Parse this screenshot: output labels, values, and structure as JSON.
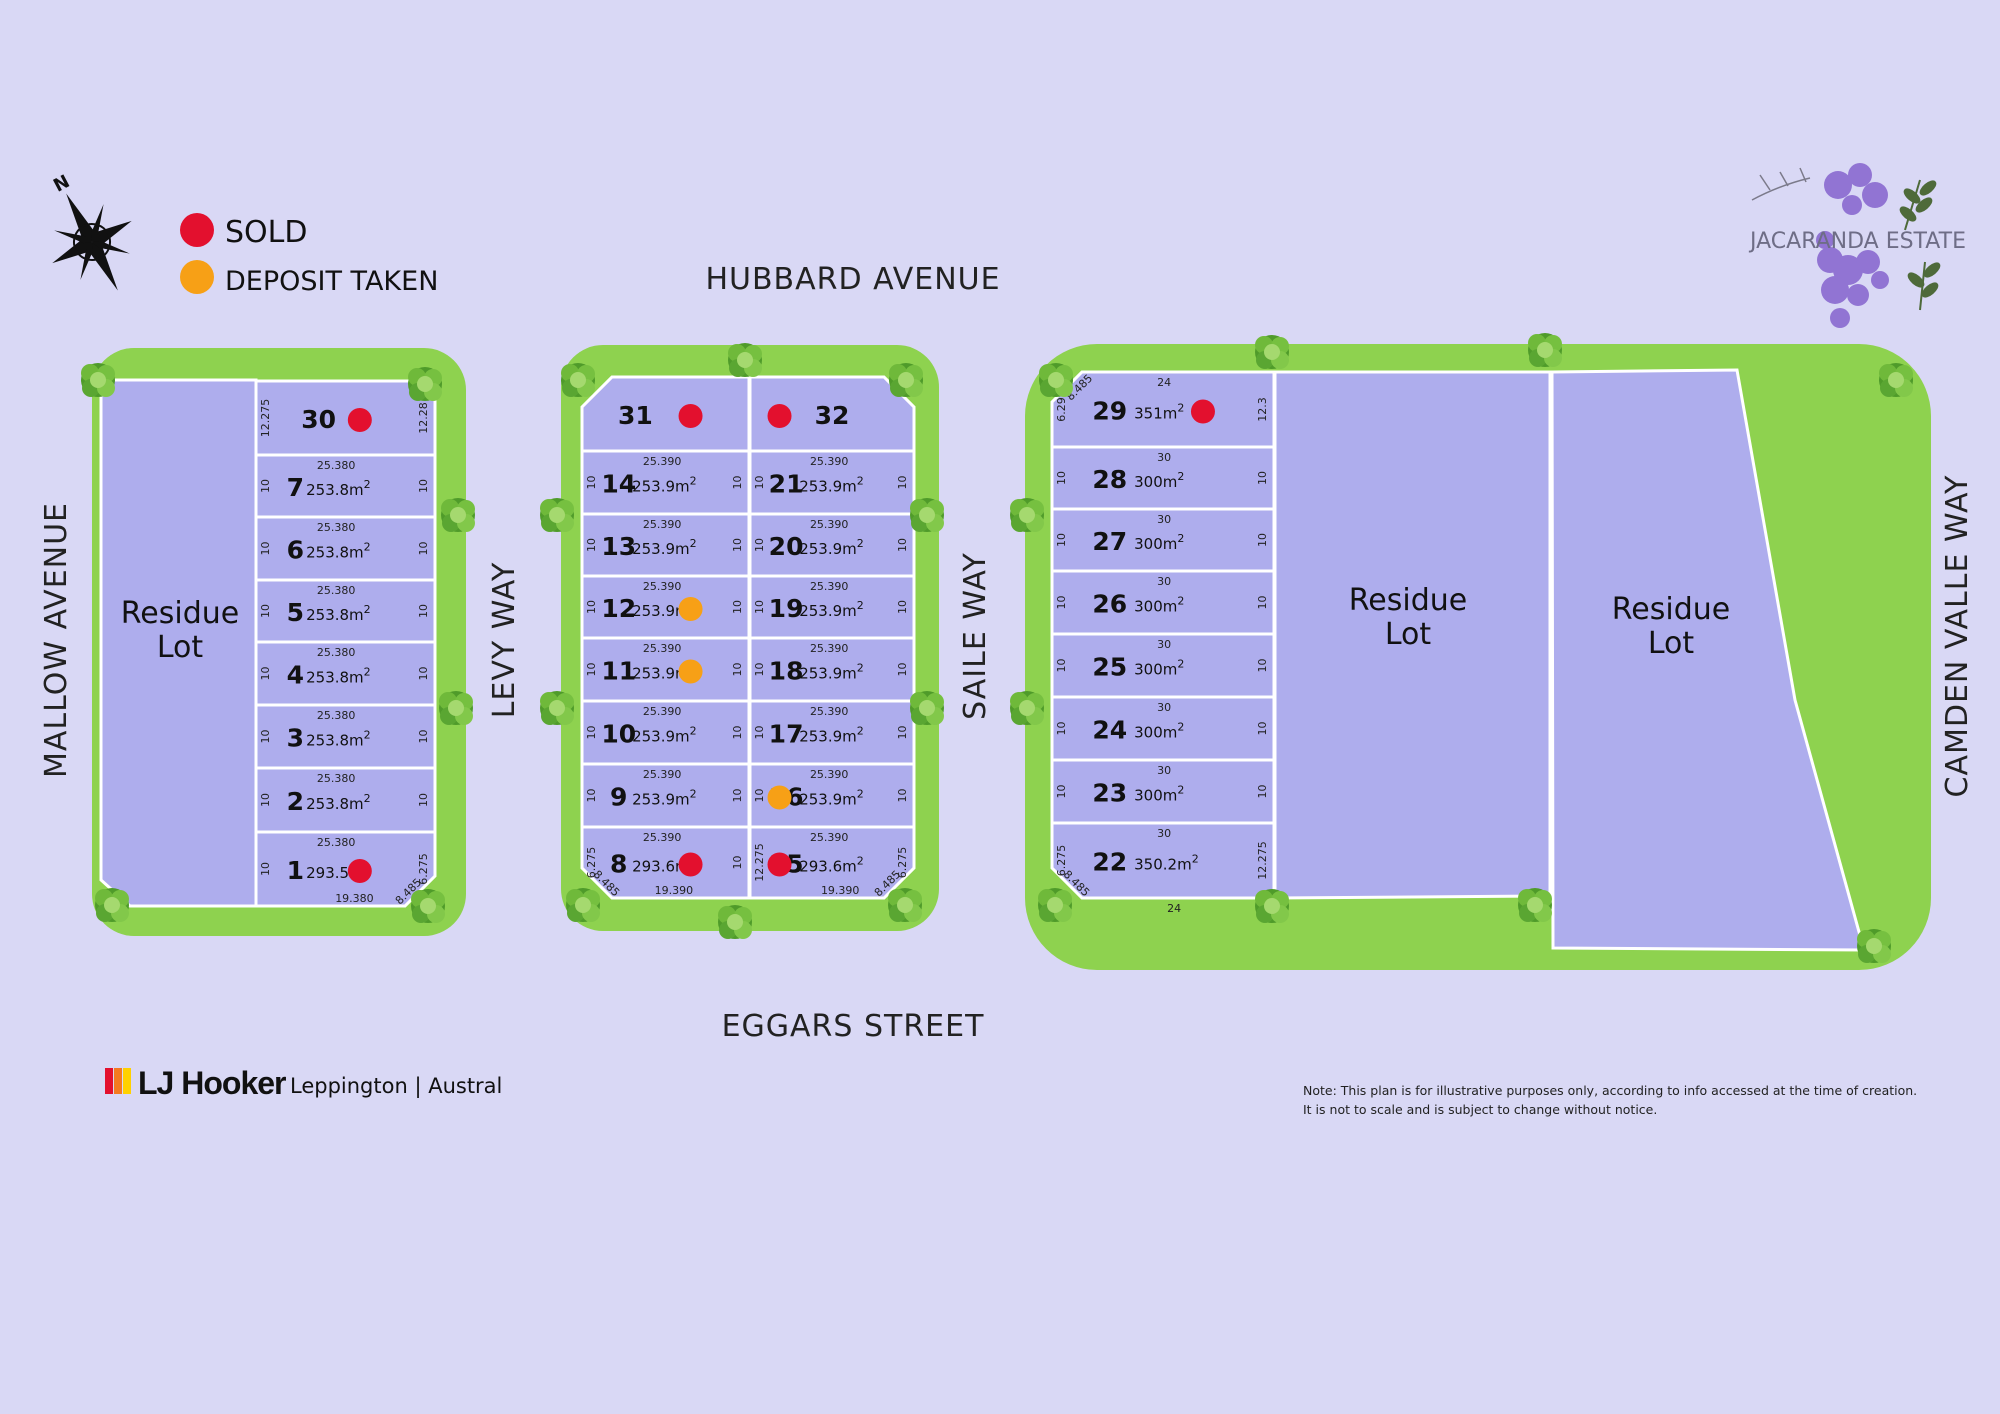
{
  "legend": {
    "sold_label": "SOLD",
    "deposit_label": "DEPOSIT TAKEN",
    "sold_color": "#e3102e",
    "deposit_color": "#f7a016",
    "compass_letter": "N",
    "compass_icon": "compass-rose-icon"
  },
  "streets": {
    "top": "HUBBARD AVENUE",
    "bottom": "EGGARS STREET",
    "left": "MALLOW AVENUE",
    "mid_left": "LEVY WAY",
    "mid_right": "SAILE WAY",
    "right": "CAMDEN VALLE WAY"
  },
  "brand": {
    "estate_name": "JACARANDA ESTATE",
    "agency": "LJ Hooker",
    "office": "Leppington | Austral"
  },
  "note": {
    "line1": "Note: This plan is for illustrative purposes only, according to info accessed at the time of creation.",
    "line2": "It is not to scale and is subject to change without notice."
  },
  "residue_label": [
    "Residue",
    "Lot"
  ],
  "blocks": {
    "west": {
      "lots": [
        {
          "number": "30",
          "area": "",
          "status": "sold",
          "top_dim": "",
          "left_dim": "12.275",
          "right_dim": "12.28"
        },
        {
          "number": "7",
          "area": "253.8m",
          "status": "",
          "top_dim": "25.380",
          "left_dim": "10",
          "right_dim": "10"
        },
        {
          "number": "6",
          "area": "253.8m",
          "status": "",
          "top_dim": "25.380",
          "left_dim": "10",
          "right_dim": "10"
        },
        {
          "number": "5",
          "area": "253.8m",
          "status": "",
          "top_dim": "25.380",
          "left_dim": "10",
          "right_dim": "10"
        },
        {
          "number": "4",
          "area": "253.8m",
          "status": "",
          "top_dim": "25.380",
          "left_dim": "10",
          "right_dim": "10"
        },
        {
          "number": "3",
          "area": "253.8m",
          "status": "",
          "top_dim": "25.380",
          "left_dim": "10",
          "right_dim": "10"
        },
        {
          "number": "2",
          "area": "253.8m",
          "status": "",
          "top_dim": "25.380",
          "left_dim": "10",
          "right_dim": "10"
        },
        {
          "number": "1",
          "area": "293.5m",
          "status": "sold",
          "top_dim": "25.380",
          "left_dim": "10",
          "right_dim": "6.275",
          "bottom_dim": "19.380",
          "corner_dim": "8.485"
        }
      ]
    },
    "middle_left": {
      "lots": [
        {
          "number": "31",
          "area": "",
          "status": "sold"
        },
        {
          "number": "14",
          "area": "253.9m",
          "status": "",
          "top_dim": "25.390",
          "left_dim": "10",
          "right_dim": "10"
        },
        {
          "number": "13",
          "area": "253.9m",
          "status": "",
          "top_dim": "25.390",
          "left_dim": "10",
          "right_dim": "10"
        },
        {
          "number": "12",
          "area": "253.9m",
          "status": "deposit",
          "top_dim": "25.390",
          "left_dim": "10",
          "right_dim": "10"
        },
        {
          "number": "11",
          "area": "253.9m",
          "status": "deposit",
          "top_dim": "25.390",
          "left_dim": "10",
          "right_dim": "10"
        },
        {
          "number": "10",
          "area": "253.9m",
          "status": "",
          "top_dim": "25.390",
          "left_dim": "10",
          "right_dim": "10"
        },
        {
          "number": "9",
          "area": "253.9m",
          "status": "",
          "top_dim": "25.390",
          "left_dim": "10",
          "right_dim": "10"
        },
        {
          "number": "8",
          "area": "293.6m",
          "status": "sold",
          "top_dim": "25.390",
          "left_dim": "6.275",
          "right_dim": "10",
          "bottom_dim": "19.390",
          "corner_dim": "8.485"
        }
      ]
    },
    "middle_right": {
      "lots": [
        {
          "number": "32",
          "area": "",
          "status": "sold"
        },
        {
          "number": "21",
          "area": "253.9m",
          "status": "",
          "top_dim": "25.390",
          "left_dim": "10",
          "right_dim": "10"
        },
        {
          "number": "20",
          "area": "253.9m",
          "status": "",
          "top_dim": "25.390",
          "left_dim": "10",
          "right_dim": "10"
        },
        {
          "number": "19",
          "area": "253.9m",
          "status": "",
          "top_dim": "25.390",
          "left_dim": "10",
          "right_dim": "10"
        },
        {
          "number": "18",
          "area": "253.9m",
          "status": "",
          "top_dim": "25.390",
          "left_dim": "10",
          "right_dim": "10"
        },
        {
          "number": "17",
          "area": "253.9m",
          "status": "",
          "top_dim": "25.390",
          "left_dim": "10",
          "right_dim": "10"
        },
        {
          "number": "16",
          "area": "253.9m",
          "status": "deposit",
          "top_dim": "25.390",
          "left_dim": "10",
          "right_dim": "10"
        },
        {
          "number": "15",
          "area": "293.6m",
          "status": "sold",
          "top_dim": "25.390",
          "left_dim": "12.275",
          "right_dim": "6.275",
          "bottom_dim": "19.390",
          "corner_dim": "8.485"
        }
      ]
    },
    "east": {
      "lots": [
        {
          "number": "29",
          "area": "351m",
          "status": "sold",
          "top_dim": "24",
          "left_dim": "6.29",
          "right_dim": "12.3",
          "corner_dim": "8.485"
        },
        {
          "number": "28",
          "area": "300m",
          "status": "",
          "top_dim": "30",
          "left_dim": "10",
          "right_dim": "10"
        },
        {
          "number": "27",
          "area": "300m",
          "status": "",
          "top_dim": "30",
          "left_dim": "10",
          "right_dim": "10"
        },
        {
          "number": "26",
          "area": "300m",
          "status": "",
          "top_dim": "30",
          "left_dim": "10",
          "right_dim": "10"
        },
        {
          "number": "25",
          "area": "300m",
          "status": "",
          "top_dim": "30",
          "left_dim": "10",
          "right_dim": "10"
        },
        {
          "number": "24",
          "area": "300m",
          "status": "",
          "top_dim": "30",
          "left_dim": "10",
          "right_dim": "10"
        },
        {
          "number": "23",
          "area": "300m",
          "status": "",
          "top_dim": "30",
          "left_dim": "10",
          "right_dim": "10"
        },
        {
          "number": "22",
          "area": "350.2m",
          "status": "",
          "top_dim": "30",
          "left_dim": "6.275",
          "right_dim": "12.275",
          "bottom_dim": "24",
          "corner_dim": "8.485"
        }
      ]
    }
  },
  "colors": {
    "background": "#d9d8f5",
    "green": "#8ed24f",
    "lot": "#aeaded",
    "lot_border": "#ffffff"
  }
}
